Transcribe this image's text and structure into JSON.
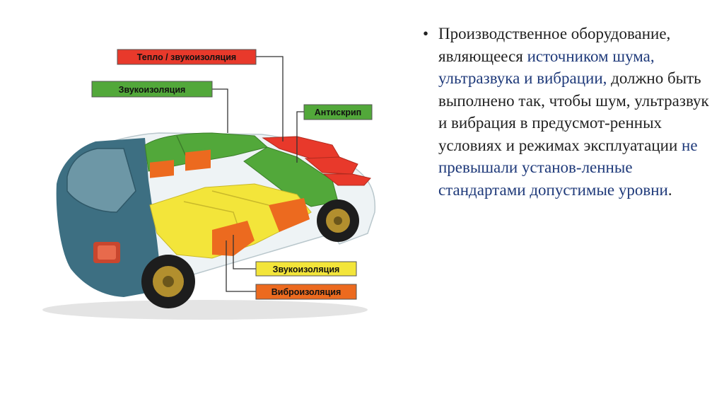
{
  "labels": {
    "heat_sound": "Тепло / звукоизоляция",
    "sound_top": "Звукоизоляция",
    "antisquek": "Антискрип",
    "sound_bottom": "Звукоизоляция",
    "vibro": "Виброизоляция"
  },
  "colors": {
    "red": "#e8392b",
    "green": "#52a83a",
    "yellow": "#f3e53a",
    "orange": "#ec6a1f",
    "body_blue": "#3d6f82",
    "text_blue": "#1f3a7a"
  },
  "bullet": {
    "marker": "•",
    "segments": [
      {
        "text": "Производственное оборудование, являющееся ",
        "style": "dark"
      },
      {
        "text": "источником шума, ультразвука и вибрации,",
        "style": "blue"
      },
      {
        "text": " должно быть выполнено так, чтобы шум, ультразвук и вибрация в предусмот-ренных условиях и режимах эксплуатации ",
        "style": "dark"
      },
      {
        "text": "не превышали установ-ленные стандартами допустимые уровни",
        "style": "blue"
      },
      {
        "text": ".",
        "style": "dark"
      }
    ]
  }
}
